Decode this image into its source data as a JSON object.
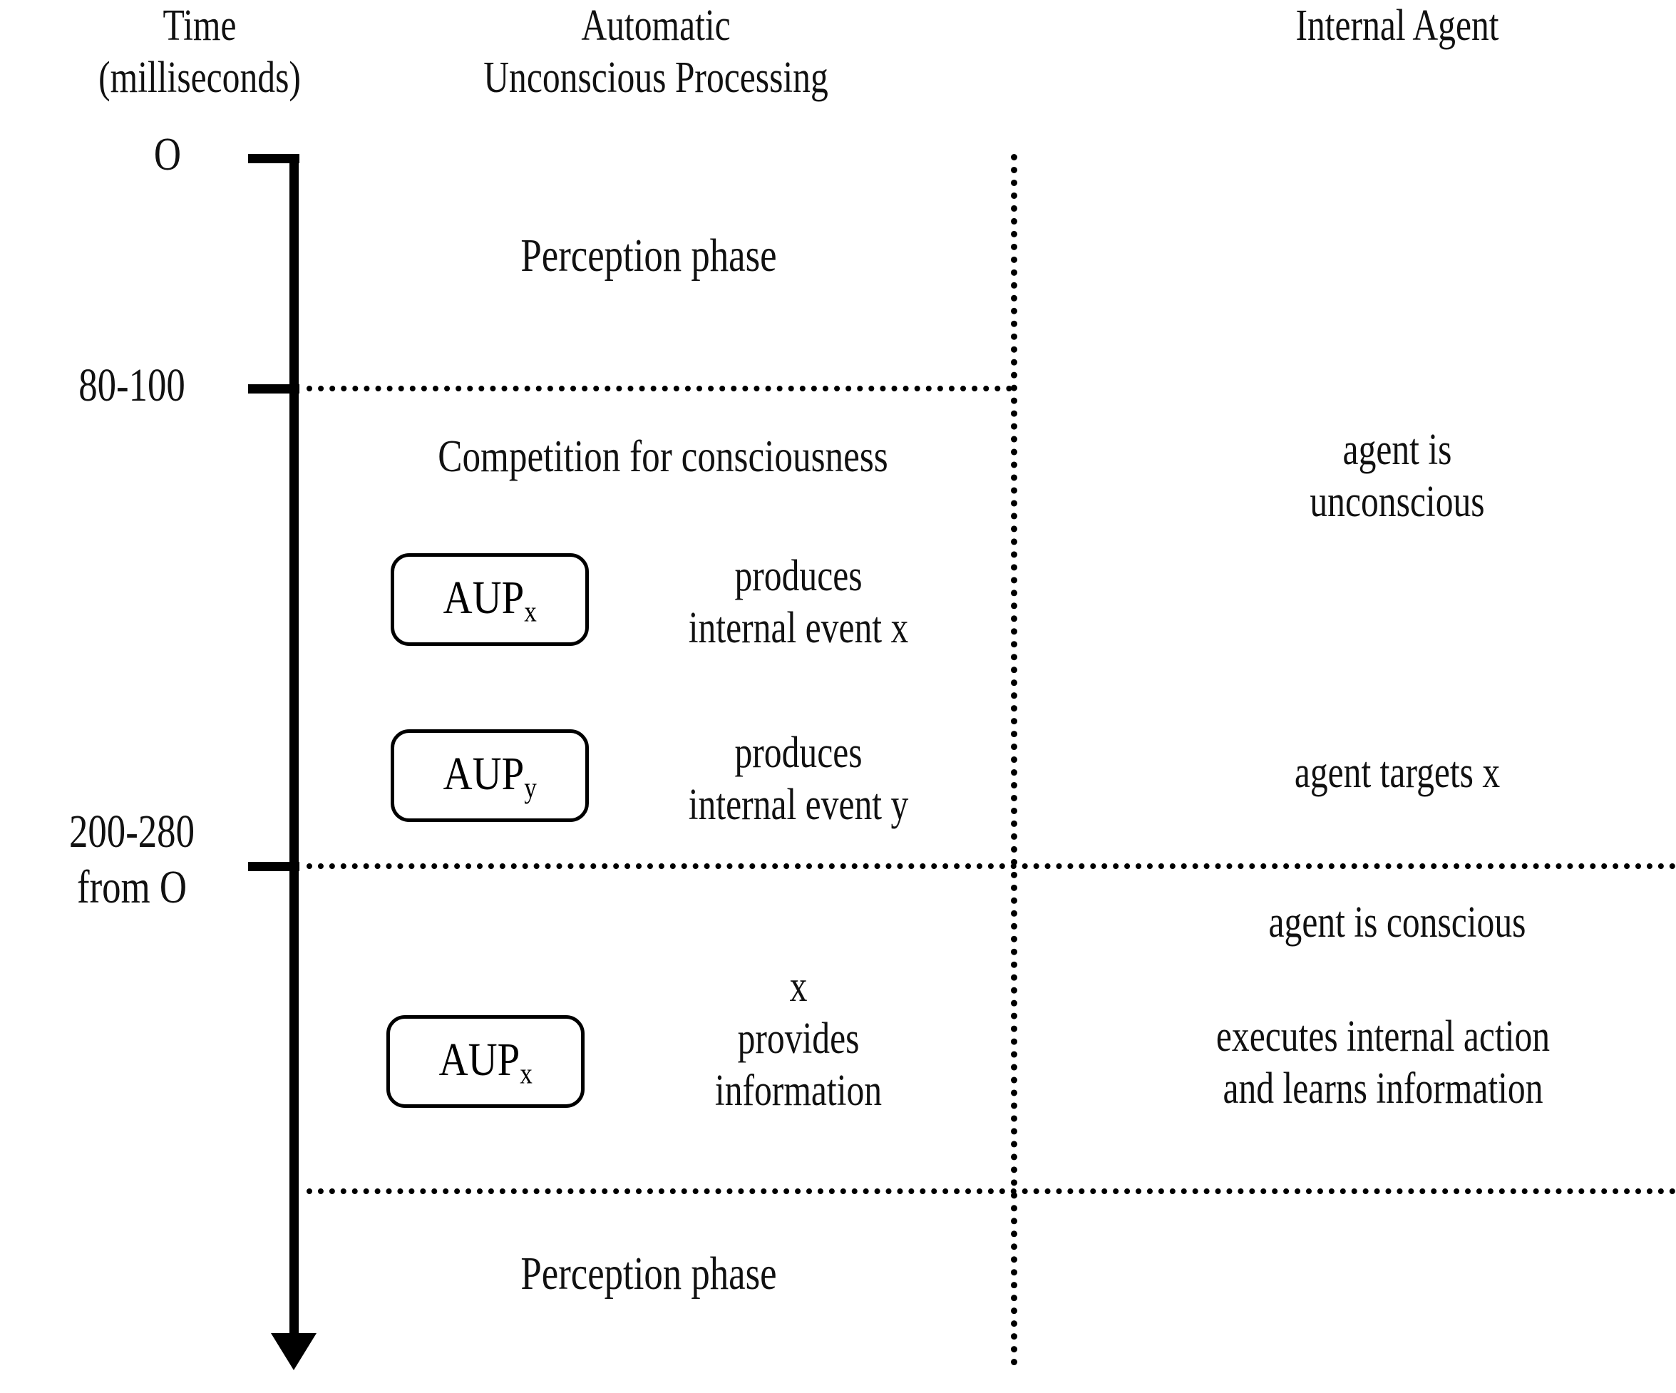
{
  "headers": {
    "time": "Time\n(milliseconds)",
    "aup": "Automatic\nUnconscious Processing",
    "agent": "Internal Agent"
  },
  "timeline": {
    "ticks": [
      {
        "label": "O"
      },
      {
        "label": "80-100"
      },
      {
        "label": "200-280\nfrom O"
      }
    ]
  },
  "middle_column": {
    "perception_phase_top": "Perception phase",
    "competition": "Competition for consciousness",
    "perception_phase_bottom": "Perception phase",
    "blocks": [
      {
        "box_base": "AUP",
        "box_sub": "x",
        "description": "produces\ninternal event x"
      },
      {
        "box_base": "AUP",
        "box_sub": "y",
        "description": "produces\ninternal event y"
      },
      {
        "box_base": "AUP",
        "box_sub": "x",
        "description": "x\nprovides\ninformation"
      }
    ]
  },
  "right_column": {
    "unconscious": "agent is\nunconscious",
    "targets": "agent targets x",
    "conscious": "agent is conscious",
    "executes": "executes internal action\nand learns information"
  },
  "colors": {
    "ink": "#000000",
    "background": "#ffffff"
  }
}
